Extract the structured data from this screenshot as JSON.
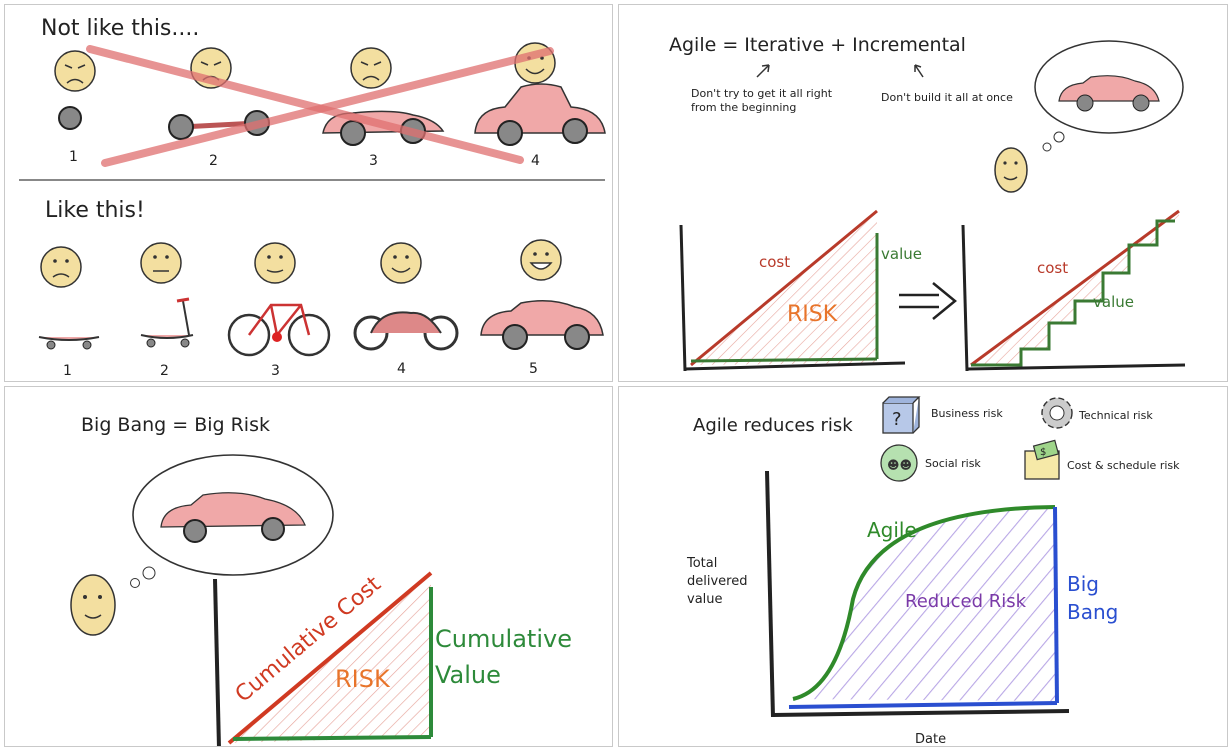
{
  "panel1": {
    "title_bad": "Not like this....",
    "title_good": "Like this!",
    "bad_steps": [
      "1",
      "2",
      "3",
      "4"
    ],
    "good_steps": [
      "1",
      "2",
      "3",
      "4",
      "5"
    ]
  },
  "panel2": {
    "title": "Agile = Iterative + Incremental",
    "note_left_1": "Don't try to get it all right",
    "note_left_2": "from the beginning",
    "note_right": "Don't build it all at once",
    "cost_label": "cost",
    "value_label": "value",
    "risk_label": "RISK",
    "cost_label_2": "cost",
    "value_label_2": "value",
    "colors": {
      "cost": "#b83a2a",
      "value": "#3a7a33",
      "risk": "#e8742a"
    }
  },
  "panel3": {
    "title": "Big Bang = Big Risk",
    "cost_label": "Cumulative Cost",
    "value_label_1": "Cumulative",
    "value_label_2": "Value",
    "risk_label": "RISK",
    "colors": {
      "cost": "#d03a22",
      "value": "#2d8a3a",
      "risk": "#e8742a"
    }
  },
  "panel4": {
    "title": "Agile reduces risk",
    "legend": {
      "business": "Business risk",
      "technical": "Technical risk",
      "social": "Social risk",
      "cost_schedule": "Cost & schedule risk"
    },
    "ylabel_1": "Total",
    "ylabel_2": "delivered",
    "ylabel_3": "value",
    "xlabel": "Date",
    "agile_label": "Agile",
    "reduced_label": "Reduced Risk",
    "bigbang_1": "Big",
    "bigbang_2": "Bang",
    "colors": {
      "agile": "#2f8a2a",
      "bigbang": "#2a4fd0",
      "reduced": "#7a3aa8"
    }
  }
}
